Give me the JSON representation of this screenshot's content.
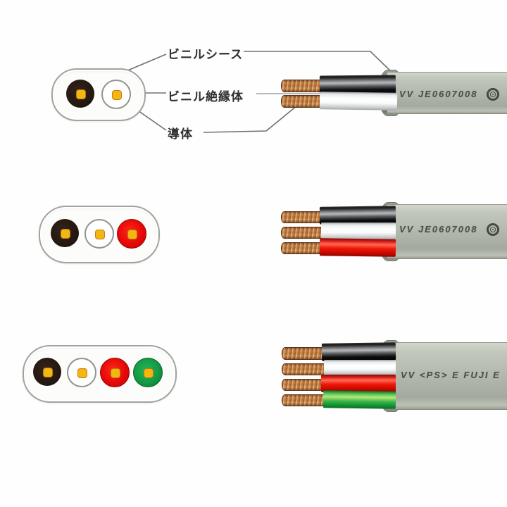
{
  "diagram": {
    "title": "VVF flat vinyl-sheathed cable construction diagram",
    "annotations": {
      "sheath_label": "ビニルシース",
      "insulation_label": "ビニル絶縁体",
      "conductor_label": "導体"
    },
    "cables": [
      {
        "name": "2-core flat cable",
        "cores": [
          "black",
          "white"
        ],
        "marking": "VV JE0607008",
        "has_certification_mark": true
      },
      {
        "name": "3-core flat cable",
        "cores": [
          "black",
          "white",
          "red"
        ],
        "marking": "VV JE0607008",
        "has_certification_mark": true
      },
      {
        "name": "4-core flat cable",
        "cores": [
          "black",
          "white",
          "red",
          "green"
        ],
        "marking": "VV <PS> E FUJI E",
        "has_certification_mark": false
      }
    ],
    "icons": {
      "certification_mark": "circled-seal-icon"
    },
    "colors": {
      "background": "#fefefe",
      "sheath_gray": "#b4b9ae",
      "sheath_cut_face": "#8a8f85",
      "copper": "#c9854e",
      "core_black": "#241811",
      "core_white": "#ffffff",
      "core_red": "#e60808",
      "core_green": "#129a44",
      "conductor_dot": "#f3b711",
      "marking_text": "#4b5046",
      "label_text": "#2f2f2f",
      "leader_line": "#707070"
    }
  }
}
